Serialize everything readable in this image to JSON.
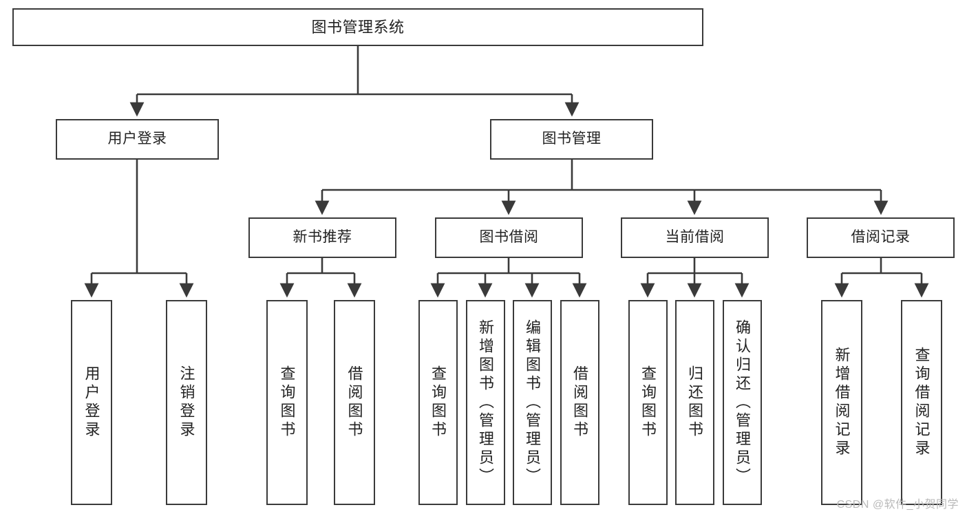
{
  "diagram": {
    "title": "图书管理系统",
    "type": "tree-hierarchy",
    "colors": {
      "box_stroke": "#3a3a3a",
      "box_fill": "#ffffff",
      "edge_stroke": "#3a3a3a",
      "text": "#222222",
      "watermark": "#b9b9b9",
      "background": "#ffffff"
    },
    "root": {
      "label": "图书管理系统",
      "orientation": "horizontal"
    },
    "level2": [
      {
        "label": "用户登录",
        "orientation": "horizontal"
      },
      {
        "label": "图书管理",
        "orientation": "horizontal"
      }
    ],
    "level3": [
      {
        "label": "新书推荐",
        "orientation": "horizontal",
        "parent": "图书管理"
      },
      {
        "label": "图书借阅",
        "orientation": "horizontal",
        "parent": "图书管理"
      },
      {
        "label": "当前借阅",
        "orientation": "horizontal",
        "parent": "图书管理"
      },
      {
        "label": "借阅记录",
        "orientation": "horizontal",
        "parent": "图书管理"
      }
    ],
    "leaves": [
      {
        "label": "用户登录",
        "parent": "用户登录",
        "orientation": "vertical"
      },
      {
        "label": "注销登录",
        "parent": "用户登录",
        "orientation": "vertical"
      },
      {
        "label": "查询图书",
        "parent": "新书推荐",
        "orientation": "vertical"
      },
      {
        "label": "借阅图书",
        "parent": "新书推荐",
        "orientation": "vertical"
      },
      {
        "label": "查询图书",
        "parent": "图书借阅",
        "orientation": "vertical"
      },
      {
        "label": "新增图书（管理员）",
        "parent": "图书借阅",
        "orientation": "vertical"
      },
      {
        "label": "编辑图书（管理员）",
        "parent": "图书借阅",
        "orientation": "vertical"
      },
      {
        "label": "借阅图书",
        "parent": "图书借阅",
        "orientation": "vertical"
      },
      {
        "label": "查询图书",
        "parent": "当前借阅",
        "orientation": "vertical"
      },
      {
        "label": "归还图书",
        "parent": "当前借阅",
        "orientation": "vertical"
      },
      {
        "label": "确认归还（管理员）",
        "parent": "当前借阅",
        "orientation": "vertical"
      },
      {
        "label": "新增借阅记录",
        "parent": "借阅记录",
        "orientation": "vertical"
      },
      {
        "label": "查询借阅记录",
        "parent": "借阅记录",
        "orientation": "vertical"
      }
    ]
  },
  "watermark": {
    "text": "CSDN @软件_小贺同学"
  }
}
